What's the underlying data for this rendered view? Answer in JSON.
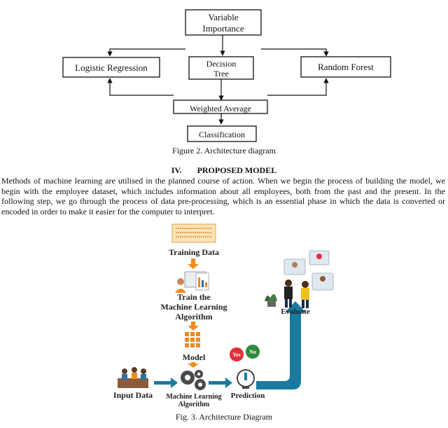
{
  "figure2": {
    "top_box": {
      "line1": "Variable",
      "line2": "Importance"
    },
    "left_box": "Logistic Regression",
    "middle_box": {
      "line1": "Decision",
      "line2": "Tree"
    },
    "right_box": "Random Forest",
    "weighted_box": "Weighted Average",
    "class_box": "Classification",
    "caption": "Figure 2. Architecture diagram"
  },
  "section": {
    "number": "IV.",
    "title": "PROPOSED MODEL",
    "paragraph": "Methods of machine learning are utilised in the planned course of action. When we begin the process of building the model, we begin with the employee dataset, which includes information about all employees, both from the past and the present. In the following step, we go through the process of data pre-processing, which is an essential phase in which the data is converted or encoded in order to make it easier for the computer to interpret."
  },
  "figure3": {
    "training_data": "Training Data",
    "train_line1": "Train the",
    "train_line2": "Machine Learning",
    "train_line3": "Algorithm",
    "model": "Model",
    "input_data": "Input Data",
    "ml_line1": "Machine Learning",
    "ml_line2": "Algorithm",
    "prediction": "Prediction",
    "evaluate": "Evaluate",
    "yes": "Yes",
    "no": "No",
    "caption": "Fig. 3. Architecture Diagram",
    "colors": {
      "arrow": "#1a7aa0",
      "orange": "#f08a1c",
      "yes": "#e0303a",
      "no": "#2f8a3e",
      "dark": "#333333"
    }
  }
}
